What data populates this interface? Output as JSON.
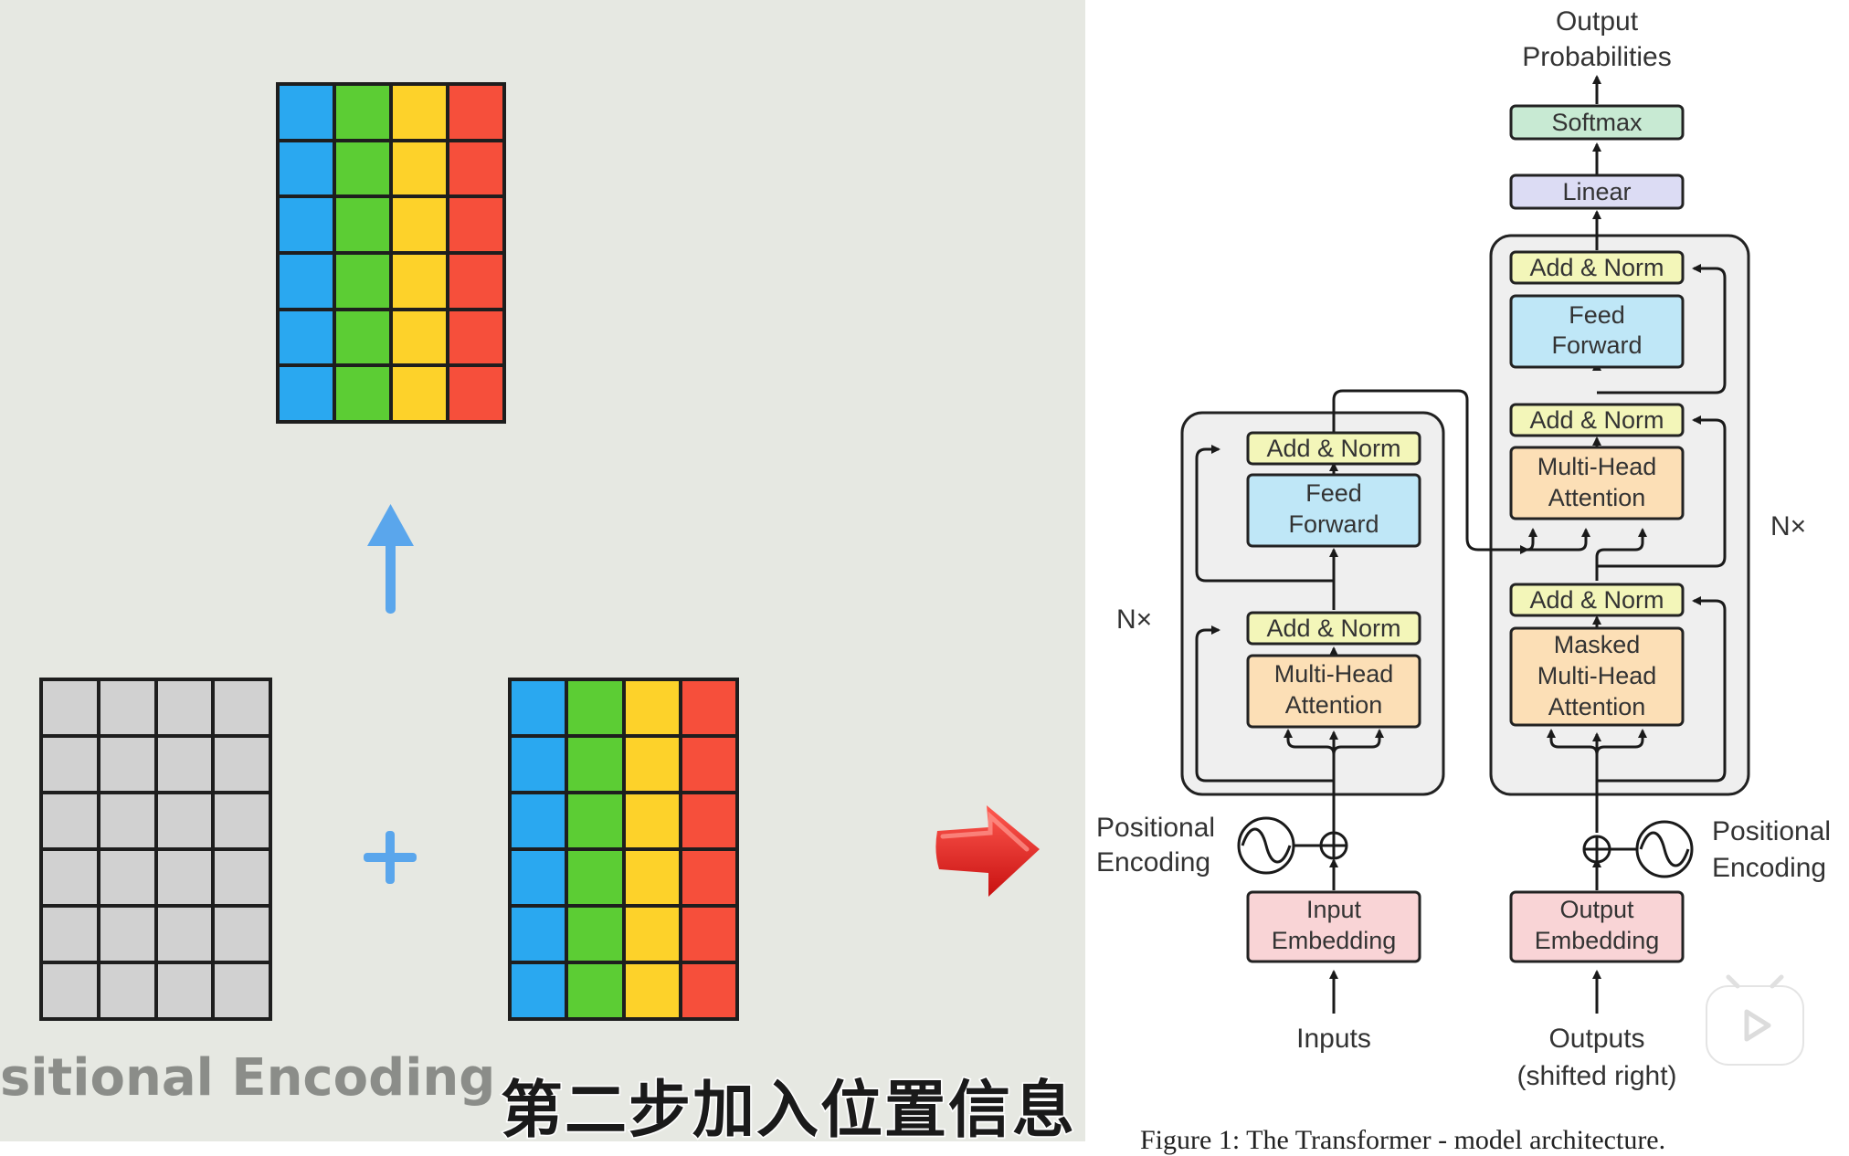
{
  "left": {
    "title_fragment": "sitional Encoding",
    "caption": "第二步加入位置信息",
    "grid_rows": 6,
    "grid_cols": 4,
    "column_colors": [
      "#2aa8f0",
      "#5ccd34",
      "#fdd22a",
      "#f64f3b"
    ],
    "gray_color": "#d1d1d1",
    "arrow_color": "#5aa6ec",
    "pointer_color": "#e61e1e"
  },
  "diagram": {
    "output_label": [
      "Output",
      "Probabilities"
    ],
    "softmax": "Softmax",
    "linear": "Linear",
    "add_norm": "Add & Norm",
    "feed_forward": [
      "Feed",
      "Forward"
    ],
    "multi_head": [
      "Multi-Head",
      "Attention"
    ],
    "masked_multi_head": [
      "Masked",
      "Multi-Head",
      "Attention"
    ],
    "input_embedding": [
      "Input",
      "Embedding"
    ],
    "output_embedding": [
      "Output",
      "Embedding"
    ],
    "inputs": "Inputs",
    "outputs": [
      "Outputs",
      "(shifted right)"
    ],
    "positional_encoding": [
      "Positional",
      "Encoding"
    ],
    "nx": "N×",
    "figure_caption": "Figure 1: The Transformer - model architecture.",
    "colors": {
      "add_norm": "#f3f6b9",
      "feed_forward": "#bfe7f7",
      "attention": "#fcdfb6",
      "embedding": "#f9d4d6",
      "softmax": "#c8ead3",
      "linear": "#dcdcf4",
      "block": "#efefef"
    }
  }
}
